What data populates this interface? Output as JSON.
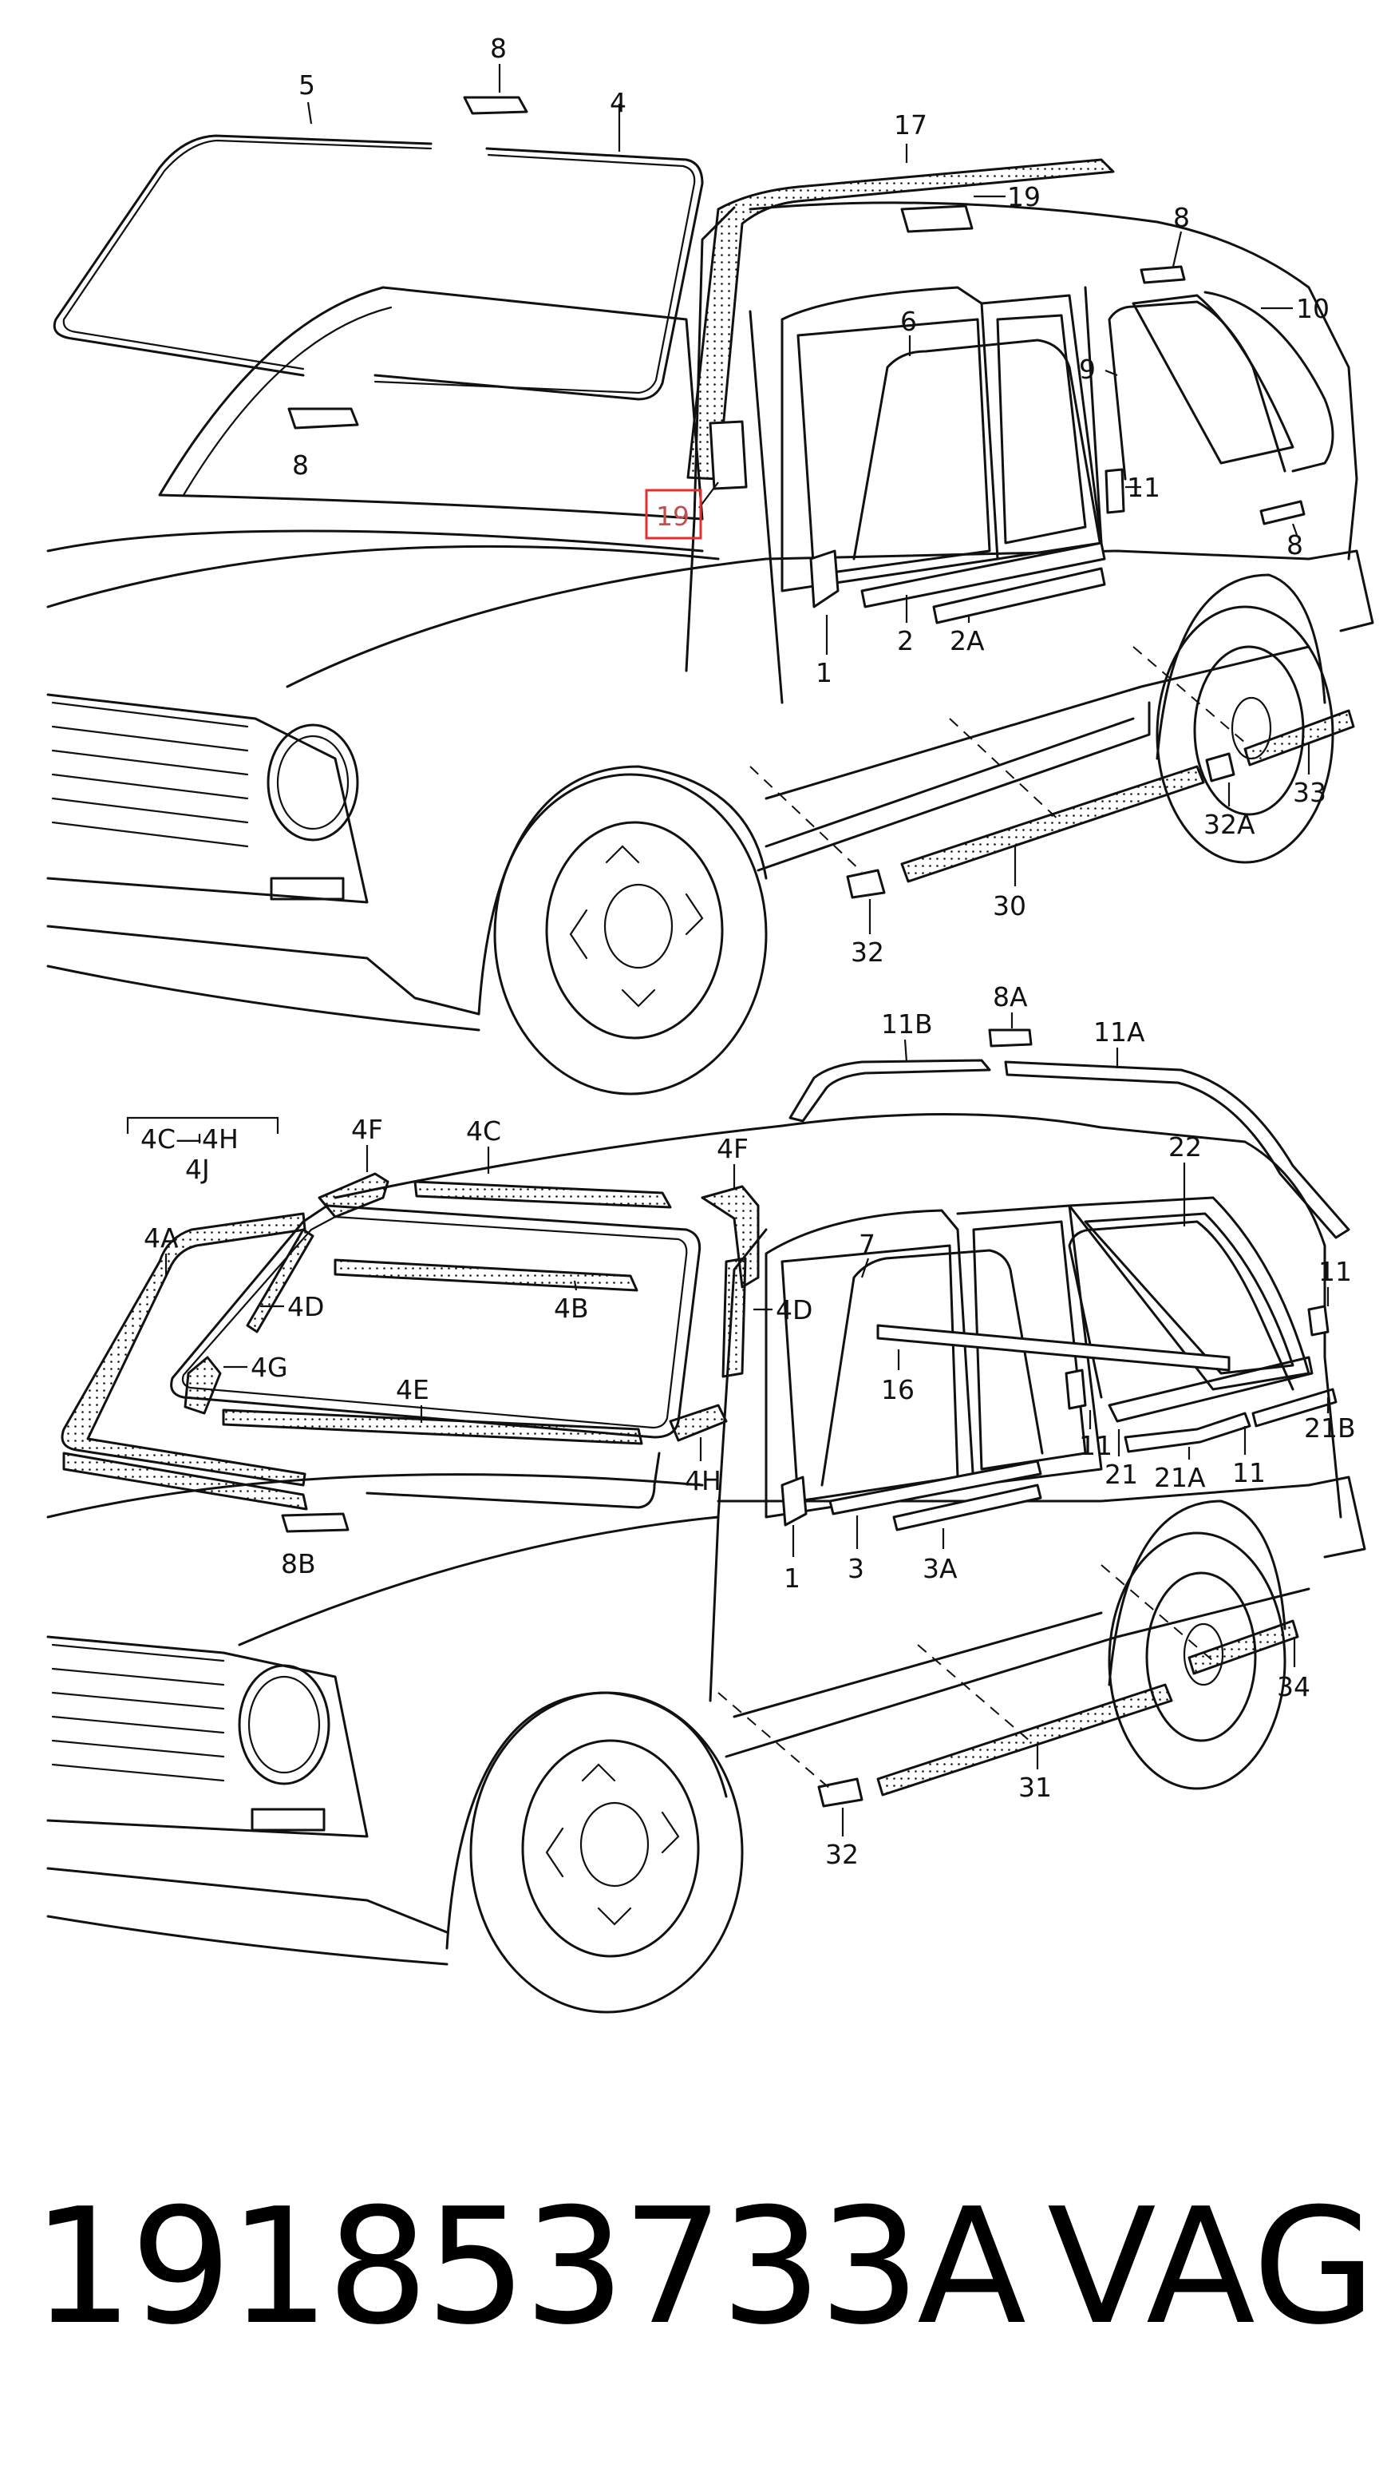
{
  "diagram": {
    "callouts_top": [
      "5",
      "8",
      "4",
      "17",
      "19",
      "8",
      "10",
      "6",
      "9",
      "11",
      "8",
      "8",
      "19",
      "1",
      "2",
      "2A",
      "33",
      "32A",
      "30",
      "32"
    ],
    "callouts_bottom": [
      "11B",
      "8A",
      "11A",
      "4C—4H",
      "4J",
      "4F",
      "4C",
      "4F",
      "22",
      "4A",
      "11",
      "4D",
      "4B",
      "7",
      "4D",
      "16",
      "4G",
      "4E",
      "11",
      "21B",
      "4H",
      "21",
      "21A",
      "11",
      "1",
      "3",
      "3A",
      "8B",
      "34",
      "31",
      "32"
    ],
    "highlighted_callout": "19",
    "highlight_color": "#e03030"
  },
  "footer": {
    "part_number": "191853733A",
    "brand": "VAG"
  }
}
